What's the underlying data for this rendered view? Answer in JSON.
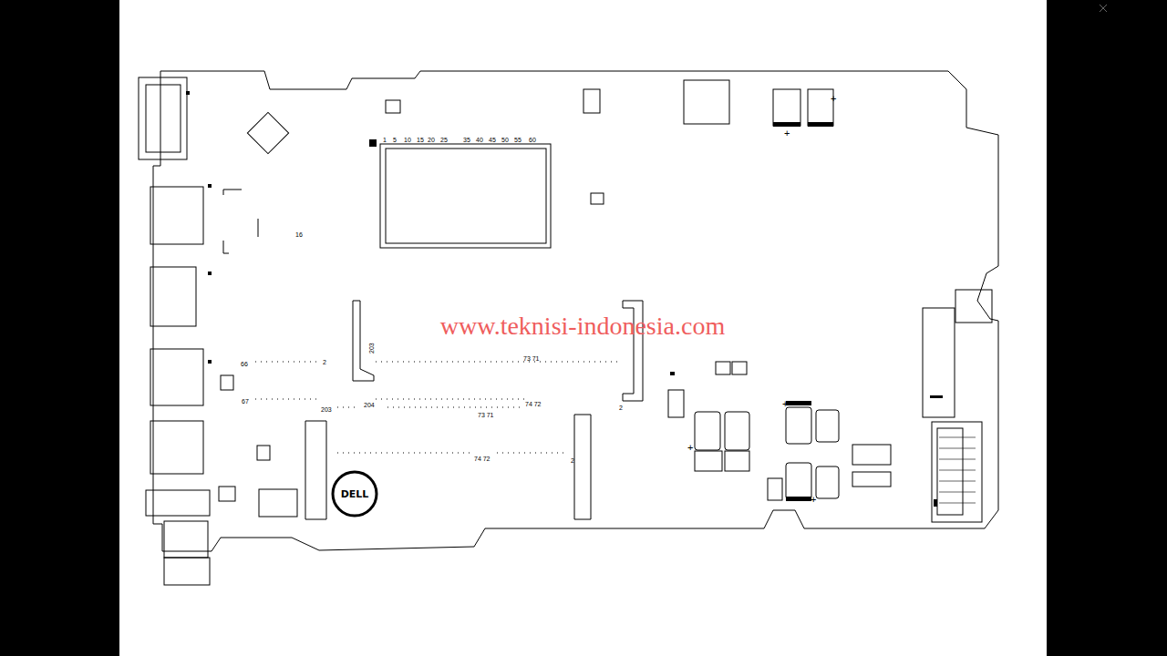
{
  "diagram": {
    "nodes": [
      {
        "text": [
          "DELL"
        ]
      }
    ],
    "labels": [
      "1",
      "5",
      "10",
      "15",
      "20",
      "25",
      "35",
      "40",
      "45",
      "50",
      "55",
      "60",
      "203",
      "73 71",
      "66",
      "2",
      "67",
      "204",
      "74 72",
      "203",
      "2",
      "73 71",
      "74 72",
      "2",
      "16",
      "+",
      "+",
      "+",
      "+",
      "+",
      "www.teknisi-indonesia.com"
    ]
  }
}
